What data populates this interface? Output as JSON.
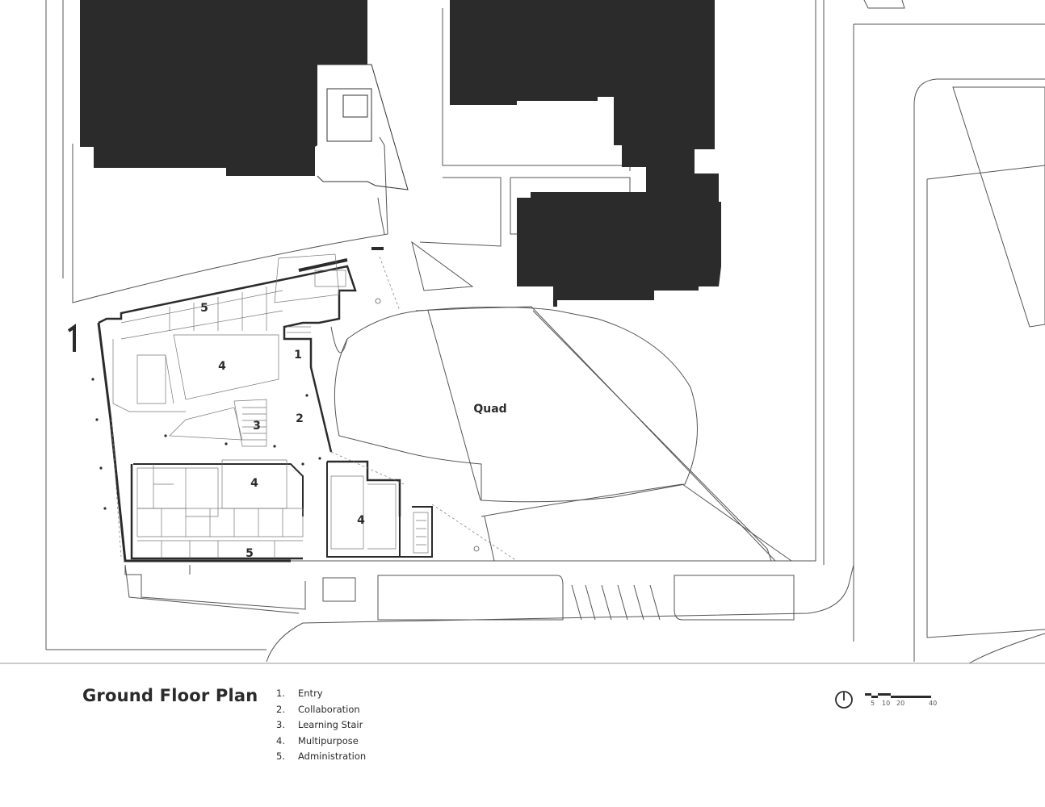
{
  "plan": {
    "quad_label": "Quad",
    "room_markers": {
      "admin_north": "5",
      "multipurpose_north": "4",
      "entry": "1",
      "collaboration": "2",
      "learning_stair": "3",
      "multipurpose_center": "4",
      "multipurpose_east": "4",
      "admin_south": "5"
    }
  },
  "title": "Ground Floor Plan",
  "legend": [
    {
      "number": "1.",
      "label": "Entry"
    },
    {
      "number": "2.",
      "label": "Collaboration"
    },
    {
      "number": "3.",
      "label": "Learning Stair"
    },
    {
      "number": "4.",
      "label": "Multipurpose"
    },
    {
      "number": "5.",
      "label": "Administration"
    }
  ],
  "scale_bar": {
    "ticks": [
      "5",
      "10",
      "20",
      "40"
    ]
  },
  "colors": {
    "building_fill": "#2b2b2b",
    "line": "#4a4a4a",
    "background": "#ffffff"
  }
}
